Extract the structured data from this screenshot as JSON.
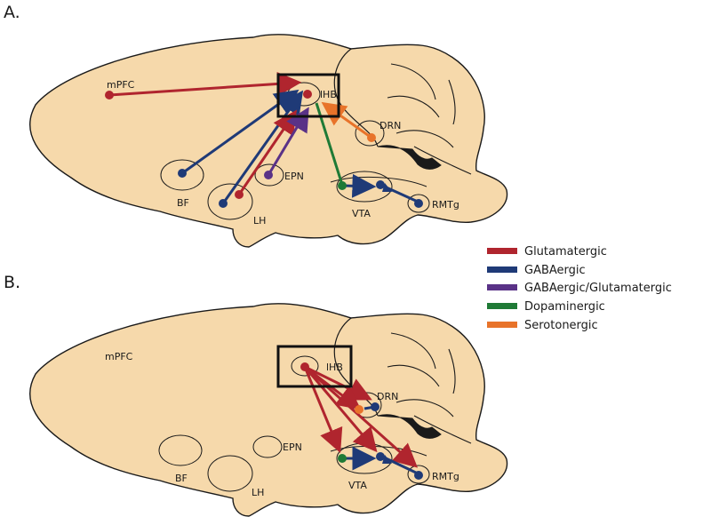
{
  "panels": [
    {
      "letter": "A.",
      "labels": {
        "mPFC": "mPFC",
        "LHb": "lHB",
        "DRN": "DRN",
        "BF": "BF",
        "EPN": "EPN",
        "LH": "LH",
        "VTA": "VTA",
        "RMTg": "RMTg"
      }
    },
    {
      "letter": "B.",
      "labels": {
        "mPFC": "mPFC",
        "LHb": "lHB",
        "DRN": "DRN",
        "BF": "BF",
        "EPN": "EPN",
        "LH": "LH",
        "VTA": "VTA",
        "RMTg": "RMTg"
      }
    }
  ],
  "legend": [
    {
      "label": "Glutamatergic",
      "color": "#b0252e"
    },
    {
      "label": "GABAergic",
      "color": "#1f3a77"
    },
    {
      "label": "GABAergic/Glutamatergic",
      "color": "#5a3287"
    },
    {
      "label": "Dopaminergic",
      "color": "#1f7a36"
    },
    {
      "label": "Serotonergic",
      "color": "#e8732a"
    }
  ],
  "colors": {
    "brain_fill": "#f6d9ab",
    "outline": "#1a1a1a"
  }
}
